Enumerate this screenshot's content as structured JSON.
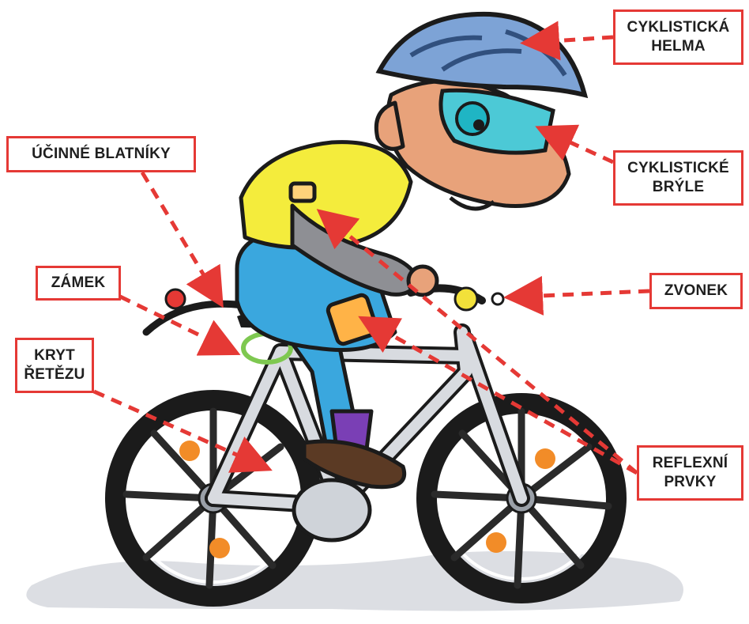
{
  "labels": {
    "helmet": [
      "CYKLISTICKÁ",
      "HELMA"
    ],
    "glasses": [
      "CYKLISTICKÉ",
      "BRÝLE"
    ],
    "fenders": [
      "ÚČINNÉ BLATNÍKY"
    ],
    "lock": [
      "ZÁMEK"
    ],
    "bell": [
      "ZVONEK"
    ],
    "chain_guard": [
      "KRYT",
      "ŘETĚZU"
    ],
    "reflectors": [
      "REFLEXNÍ",
      "PRVKY"
    ]
  },
  "colors": {
    "accent": "#e53935",
    "helmet": "#7da3d6",
    "jersey": "#f4ec3c",
    "shorts": "#3aa7de",
    "skin": "#e8a27a",
    "frame": "#d8dbe0",
    "tire": "#1b1b1b",
    "lock": "#7ec850",
    "bell": "#f2e13a",
    "reflector": "#f28c28"
  },
  "icons": [
    "helmet-illustration",
    "glasses-illustration",
    "bell-illustration",
    "lock-illustration",
    "rear-light-illustration"
  ]
}
